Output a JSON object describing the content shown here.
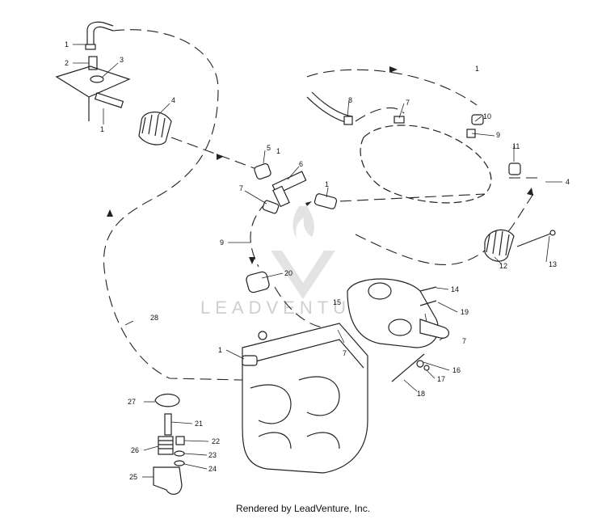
{
  "watermark": "LEADVENTURE",
  "footer": "Rendered by LeadVenture, Inc.",
  "callouts": [
    "1",
    "2",
    "3",
    "1",
    "4",
    "5",
    "1",
    "6",
    "1",
    "7",
    "9",
    "20",
    "28",
    "7",
    "8",
    "7",
    "10",
    "9",
    "1",
    "11",
    "4",
    "12",
    "13",
    "14",
    "19",
    "15",
    "7",
    "16",
    "17",
    "18",
    "1",
    "27",
    "21",
    "22",
    "26",
    "23",
    "24",
    "25"
  ]
}
